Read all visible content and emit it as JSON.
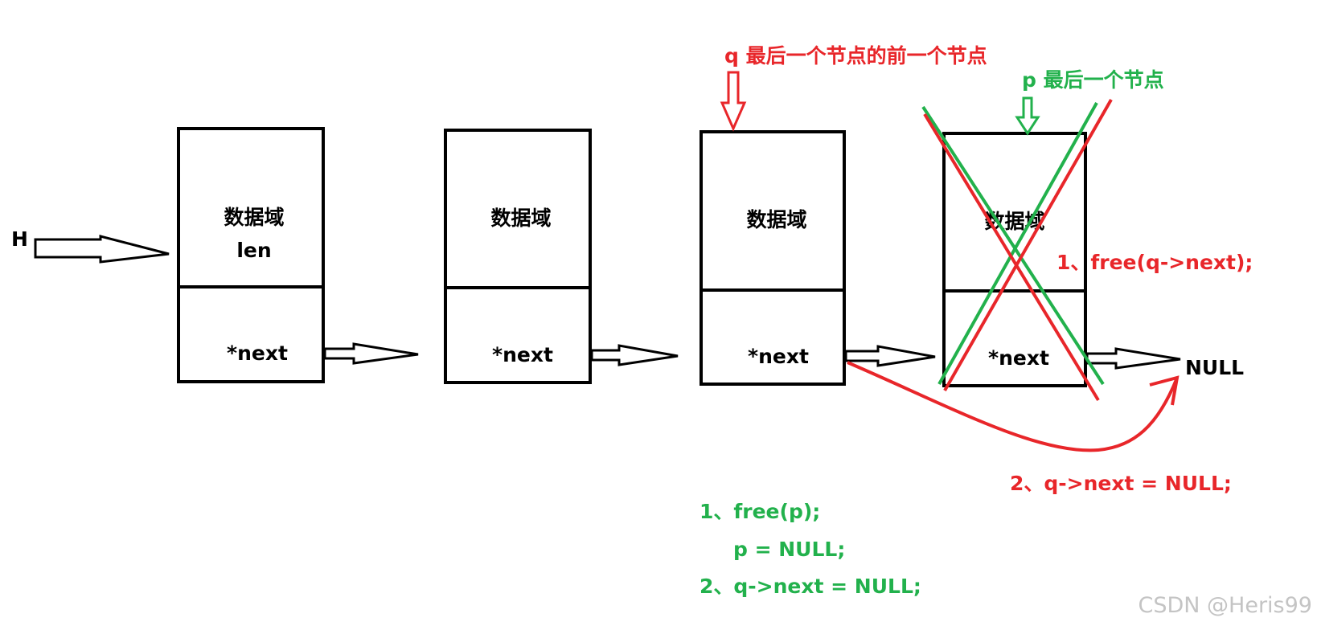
{
  "colors": {
    "red": "#e8262a",
    "green": "#22b14c",
    "black": "#000000"
  },
  "head_label": "H",
  "nodes": [
    {
      "data_label": "数据域",
      "data_label_2": "len",
      "pointer_label": "*next"
    },
    {
      "data_label": "数据域",
      "pointer_label": "*next"
    },
    {
      "data_label": "数据域",
      "pointer_label": "*next"
    },
    {
      "data_label": "数据域",
      "pointer_label": "*next"
    }
  ],
  "null_label": "NULL",
  "pointer_q": {
    "label": "q 最后一个节点的前一个节点"
  },
  "pointer_p": {
    "label": "p 最后一个节点"
  },
  "red_steps": {
    "step1": "1、free(q->next);",
    "step2": "2、q->next = NULL;"
  },
  "green_steps": {
    "step1": "1、free(p);",
    "step1b": "p = NULL;",
    "step2": "2、q->next = NULL;"
  },
  "watermark": "CSDN @Heris99"
}
